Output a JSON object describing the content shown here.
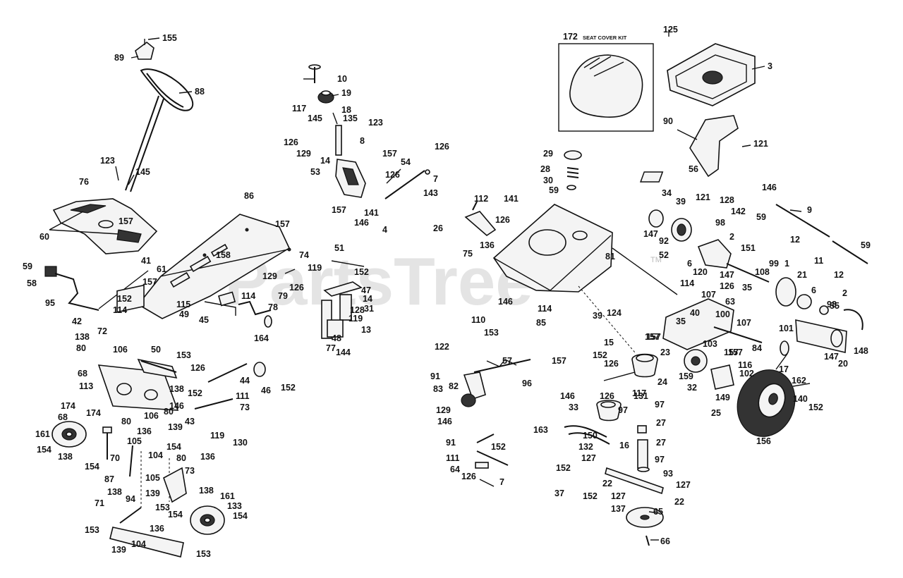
{
  "watermark": {
    "text": "PartsTree",
    "tm": "TM"
  },
  "kit": {
    "number": "172",
    "title": "SEAT COVER KIT"
  },
  "labels": [
    "155",
    "89",
    "88",
    "123",
    "145",
    "76",
    "157",
    "60",
    "59",
    "58",
    "95",
    "41",
    "157",
    "61",
    "152",
    "114",
    "42",
    "72",
    "86",
    "157",
    "158",
    "74",
    "129",
    "79",
    "126",
    "119",
    "115",
    "49",
    "45",
    "114",
    "78",
    "164",
    "51",
    "152",
    "47",
    "14",
    "128",
    "31",
    "119",
    "13",
    "48",
    "77",
    "144",
    "138",
    "80",
    "106",
    "68",
    "113",
    "50",
    "153",
    "126",
    "138",
    "152",
    "111",
    "44",
    "46",
    "152",
    "174",
    "174",
    "68",
    "161",
    "154",
    "138",
    "154",
    "80",
    "136",
    "105",
    "70",
    "106",
    "80",
    "146",
    "43",
    "73",
    "119",
    "130",
    "139",
    "154",
    "104",
    "136",
    "80",
    "73",
    "105",
    "87",
    "138",
    "71",
    "94",
    "153",
    "139",
    "154",
    "138",
    "161",
    "133",
    "154",
    "153",
    "136",
    "139",
    "104",
    "153",
    "10",
    "19",
    "117",
    "18",
    "145",
    "135",
    "123",
    "126",
    "129",
    "14",
    "8",
    "157",
    "126",
    "53",
    "126",
    "54",
    "7",
    "143",
    "157",
    "146",
    "141",
    "4",
    "112",
    "26",
    "141",
    "126",
    "136",
    "75",
    "29",
    "28",
    "30",
    "59",
    "146",
    "172",
    "125",
    "3",
    "90",
    "121",
    "56",
    "146",
    "34",
    "39",
    "121",
    "128",
    "142",
    "59",
    "9",
    "147",
    "92",
    "52",
    "98",
    "2",
    "12",
    "11",
    "59",
    "6",
    "151",
    "120",
    "147",
    "108",
    "12",
    "81",
    "114",
    "107",
    "126",
    "35",
    "99",
    "1",
    "21",
    "6",
    "98",
    "2",
    "55",
    "63",
    "40",
    "157",
    "157",
    "100",
    "107",
    "101",
    "84",
    "147",
    "148",
    "20",
    "17",
    "35",
    "157",
    "114",
    "85",
    "39",
    "124",
    "15",
    "157",
    "110",
    "153",
    "122",
    "57",
    "152",
    "157",
    "126",
    "24",
    "23",
    "103",
    "116",
    "159",
    "32",
    "102",
    "162",
    "149",
    "25",
    "140",
    "152",
    "156",
    "91",
    "83",
    "82",
    "96",
    "146",
    "126",
    "117",
    "131",
    "33",
    "97",
    "97",
    "129",
    "146",
    "163",
    "150",
    "27",
    "132",
    "27",
    "16",
    "127",
    "91",
    "111",
    "152",
    "64",
    "126",
    "7",
    "152",
    "37",
    "152",
    "97",
    "93",
    "22",
    "127",
    "127",
    "22",
    "137",
    "65",
    "66"
  ]
}
